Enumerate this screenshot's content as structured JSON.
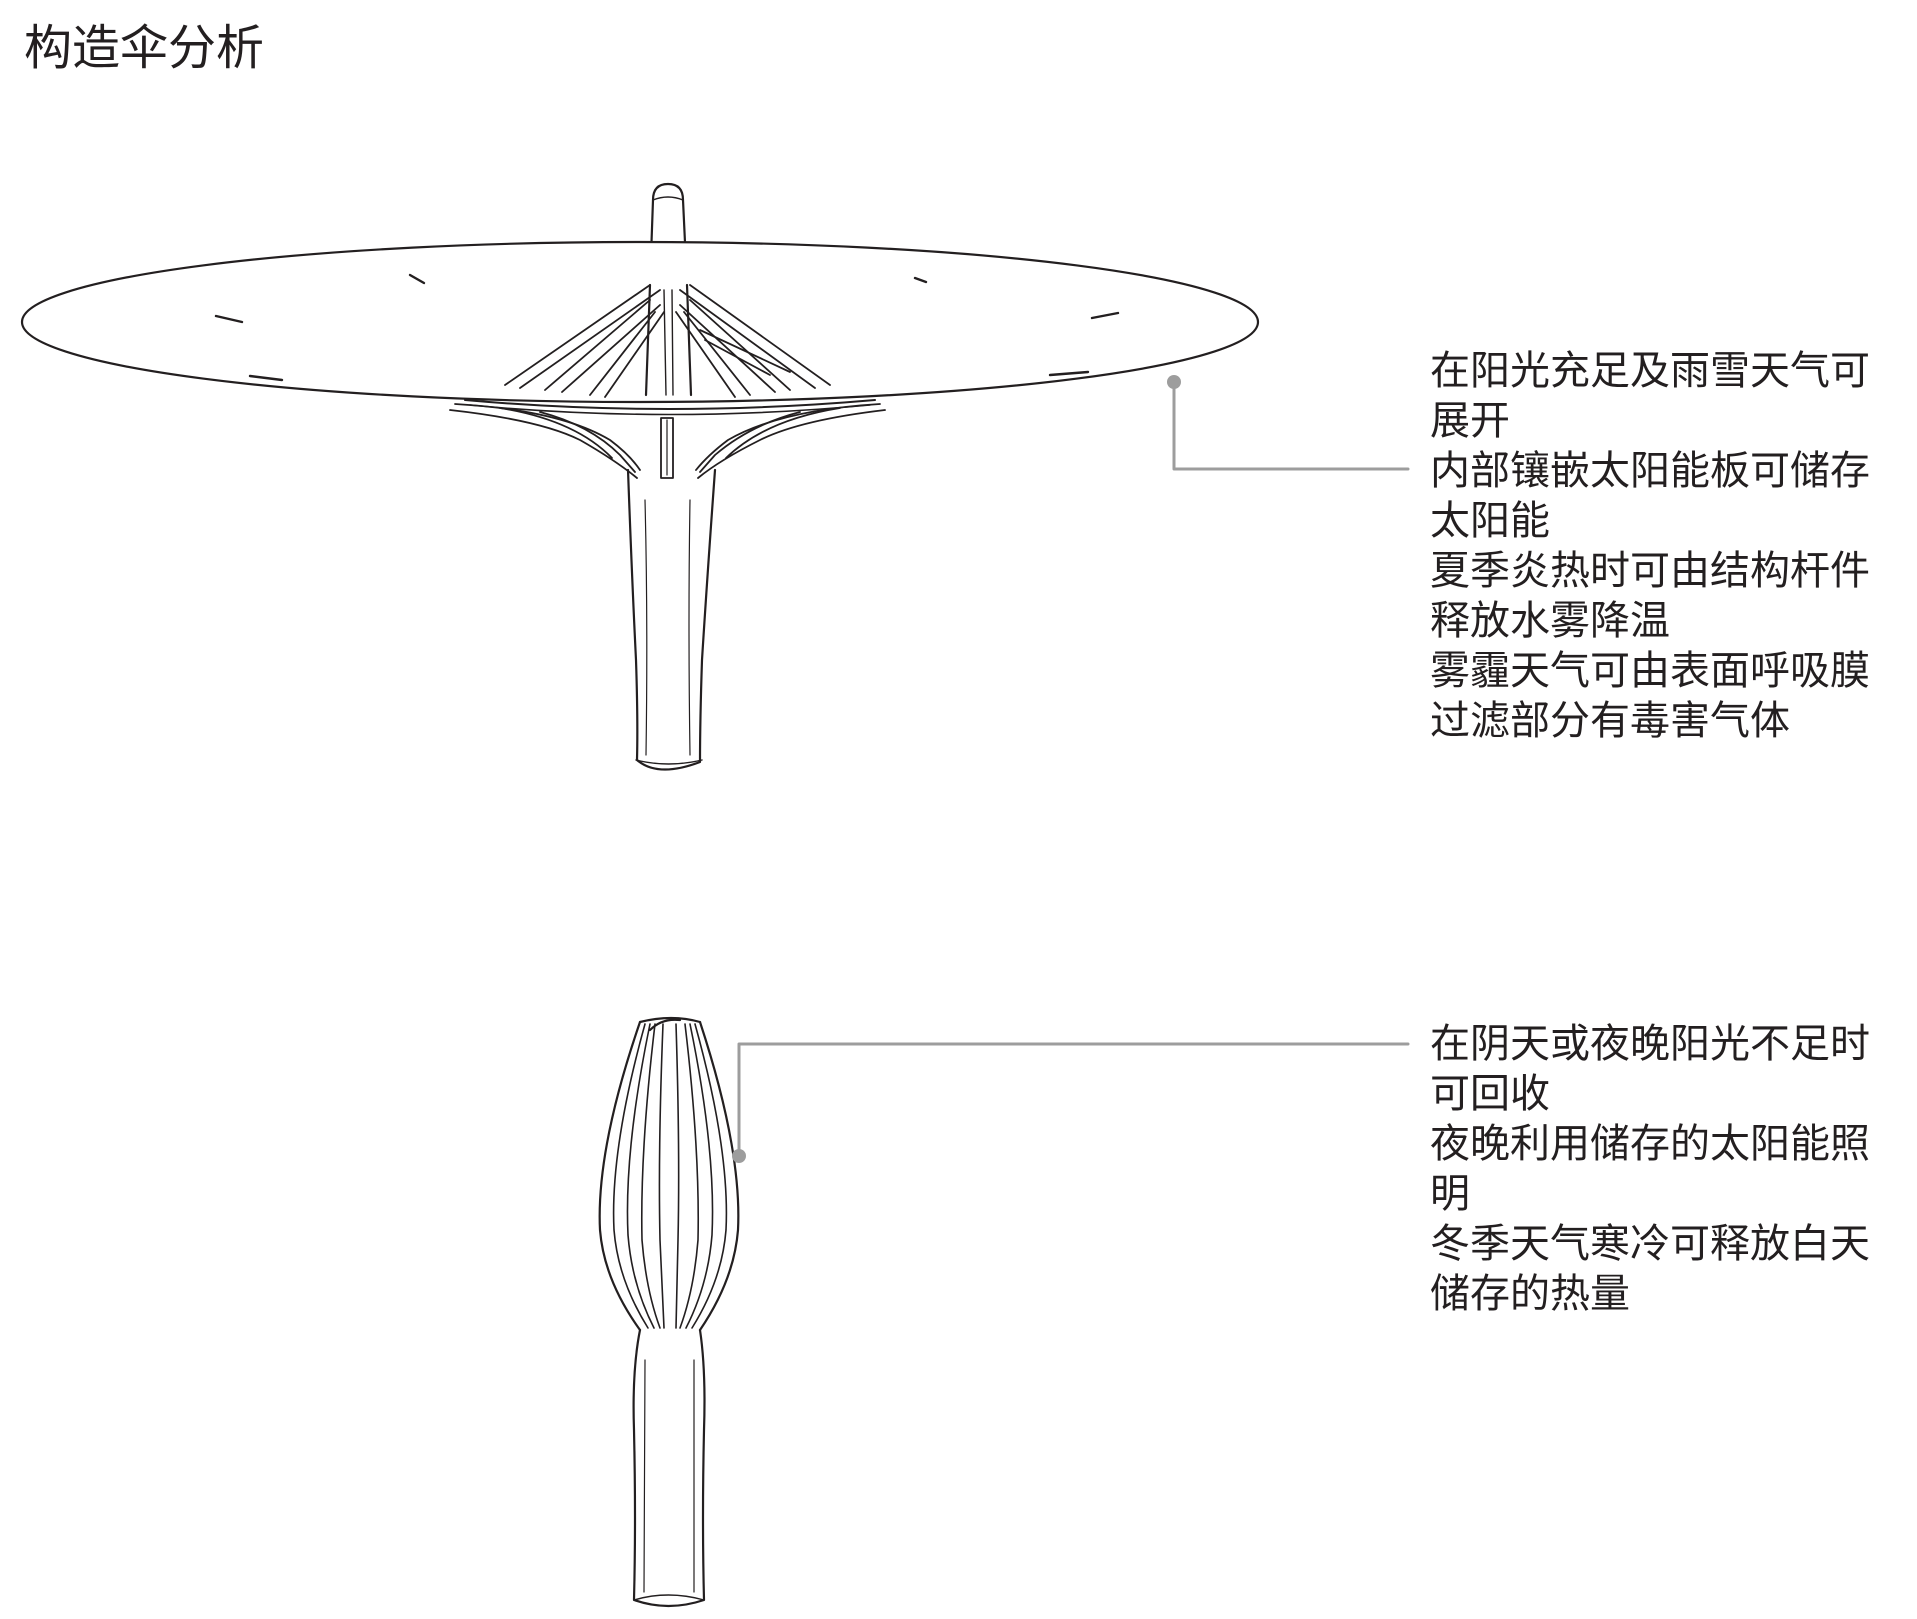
{
  "title": "构造伞分析",
  "open_state": {
    "lines": [
      "在阳光充足及雨雪天气可",
      "展开",
      "内部镶嵌太阳能板可储存",
      "太阳能",
      "夏季炎热时可由结构杆件",
      "释放水雾降温",
      "雾霾天气可由表面呼吸膜",
      "过滤部分有毒害气体"
    ]
  },
  "closed_state": {
    "lines": [
      "在阴天或夜晚阳光不足时",
      "可回收",
      "夜晚利用储存的太阳能照",
      "明",
      "冬季天气寒冷可释放白天",
      "储存的热量"
    ]
  },
  "colors": {
    "ink": "#231f20",
    "leader": "#9d9d9d"
  }
}
